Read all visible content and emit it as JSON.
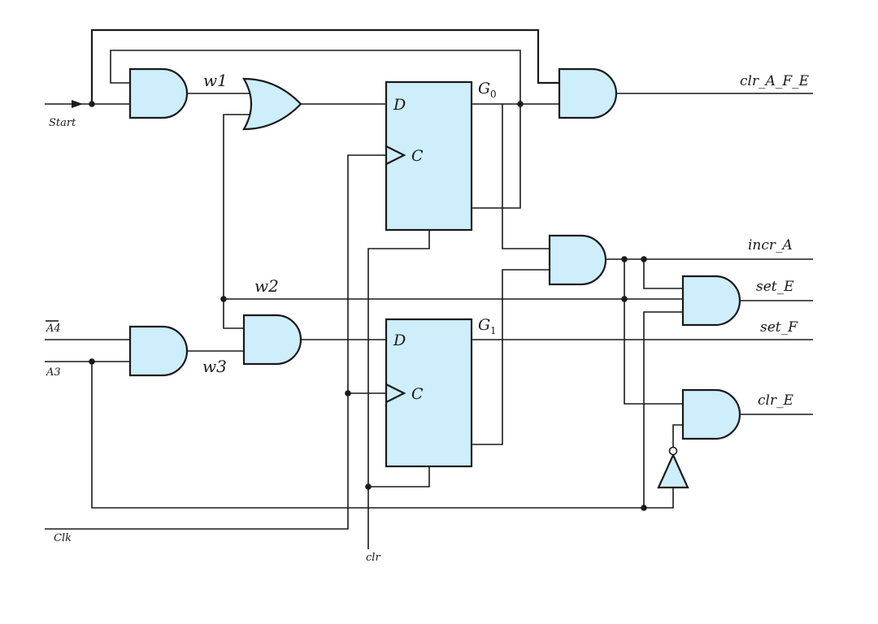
{
  "diagram": {
    "inputs": {
      "start": "Start",
      "a4": "A4",
      "a3": "A3",
      "clk": "Clk",
      "clr": "clr"
    },
    "internal_wires": {
      "w1": "w1",
      "w2": "w2",
      "w3": "w3"
    },
    "flip_flops": [
      {
        "d_pin": "D",
        "c_pin": "C",
        "output": "G",
        "output_sub": "0"
      },
      {
        "d_pin": "D",
        "c_pin": "C",
        "output": "G",
        "output_sub": "1"
      }
    ],
    "outputs": {
      "clr_a_f_e": "clr_A_F_E",
      "incr_a": "incr_A",
      "set_e": "set_E",
      "set_f": "set_F",
      "clr_e": "clr_E"
    },
    "colors": {
      "gate_fill": "#cdeefa",
      "line": "#1a1a1a"
    }
  }
}
